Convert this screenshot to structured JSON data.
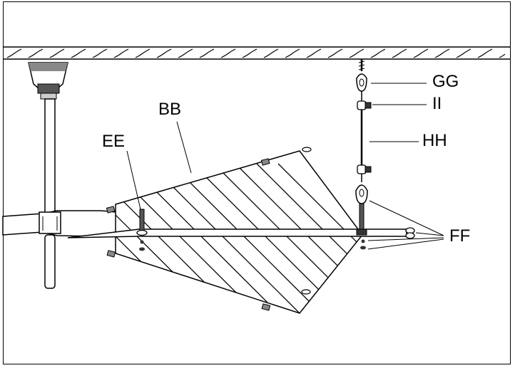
{
  "labels": {
    "bb": "BB",
    "ee": "EE",
    "gg": "GG",
    "ii": "II",
    "hh": "HH",
    "ff": "FF"
  }
}
